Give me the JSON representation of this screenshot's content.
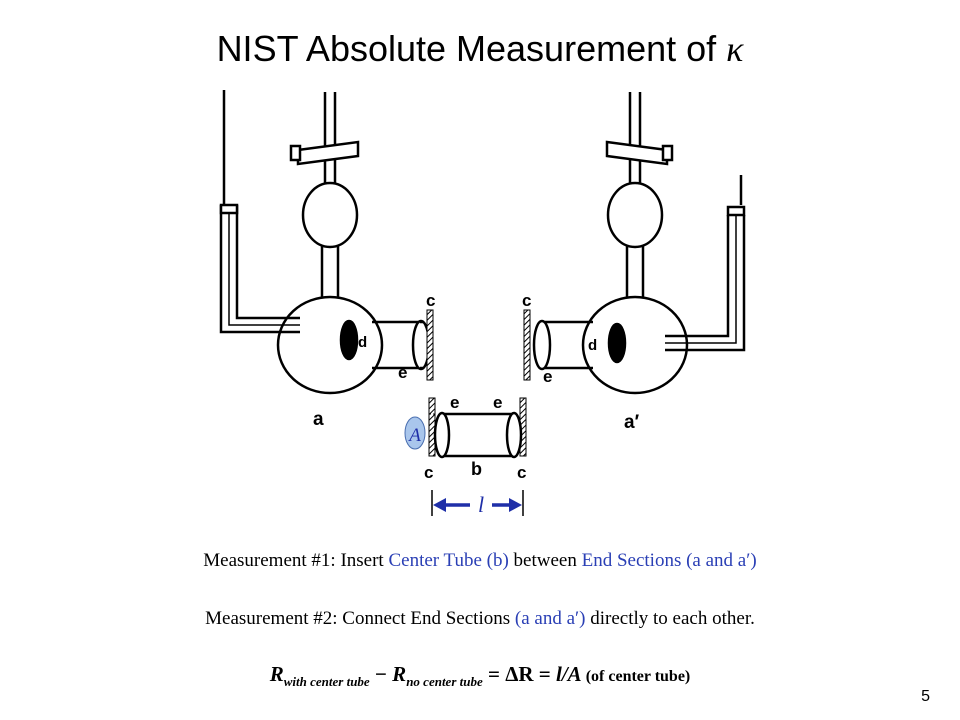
{
  "title": {
    "text": "NIST Absolute Measurement of ",
    "symbol": "κ"
  },
  "diagram": {
    "labels": {
      "a": "a",
      "a_prime": "a′",
      "b": "b",
      "c": "c",
      "d": "d",
      "e": "e",
      "area": "A",
      "length": "l"
    },
    "colors": {
      "accent_blue": "#1f2fa8",
      "area_fill": "#a9c6ec"
    }
  },
  "measurement1": {
    "prefix": "Measurement #1: Insert ",
    "center_tube": "Center Tube (b)",
    "middle": " between ",
    "end_sections": "End Sections (a and a′)"
  },
  "measurement2": {
    "prefix": "Measurement #2: Connect End Sections ",
    "parts": "(a and a′)",
    "suffix": " directly to each other."
  },
  "formula": {
    "r1": "R",
    "r1_sub": "with center tube",
    "minus": " − ",
    "r2": "R",
    "r2_sub": "no center tube",
    "eq1": " = ΔR = ",
    "ratio": "l/A",
    "tail": " (of center tube)"
  },
  "page_number": "5"
}
